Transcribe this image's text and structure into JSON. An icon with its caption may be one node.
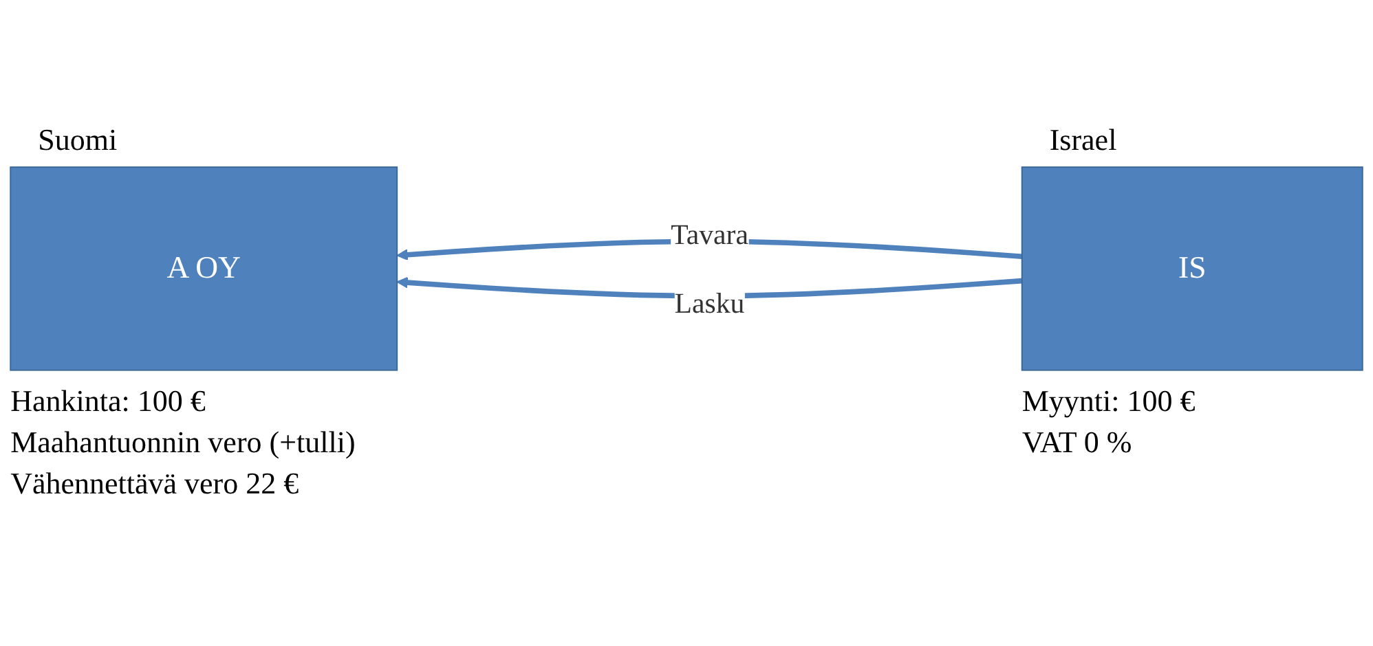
{
  "diagram": {
    "nodes": [
      {
        "text": [
          "A OY"
        ],
        "beside": [
          "Suomi",
          "Hankinta: 100 €",
          "Maahantuonnin vero (+tulli)",
          "Vähennettävä vero 22 €"
        ]
      },
      {
        "text": [
          "IS"
        ],
        "beside": [
          "Israel",
          "Myynti: 100 €",
          "VAT 0 %"
        ]
      }
    ],
    "edges": [
      {
        "from": 1,
        "to": 0,
        "arrow": "to",
        "label": "Tavara"
      },
      {
        "from": 1,
        "to": 0,
        "arrow": "to",
        "label": "Lasku"
      }
    ]
  }
}
